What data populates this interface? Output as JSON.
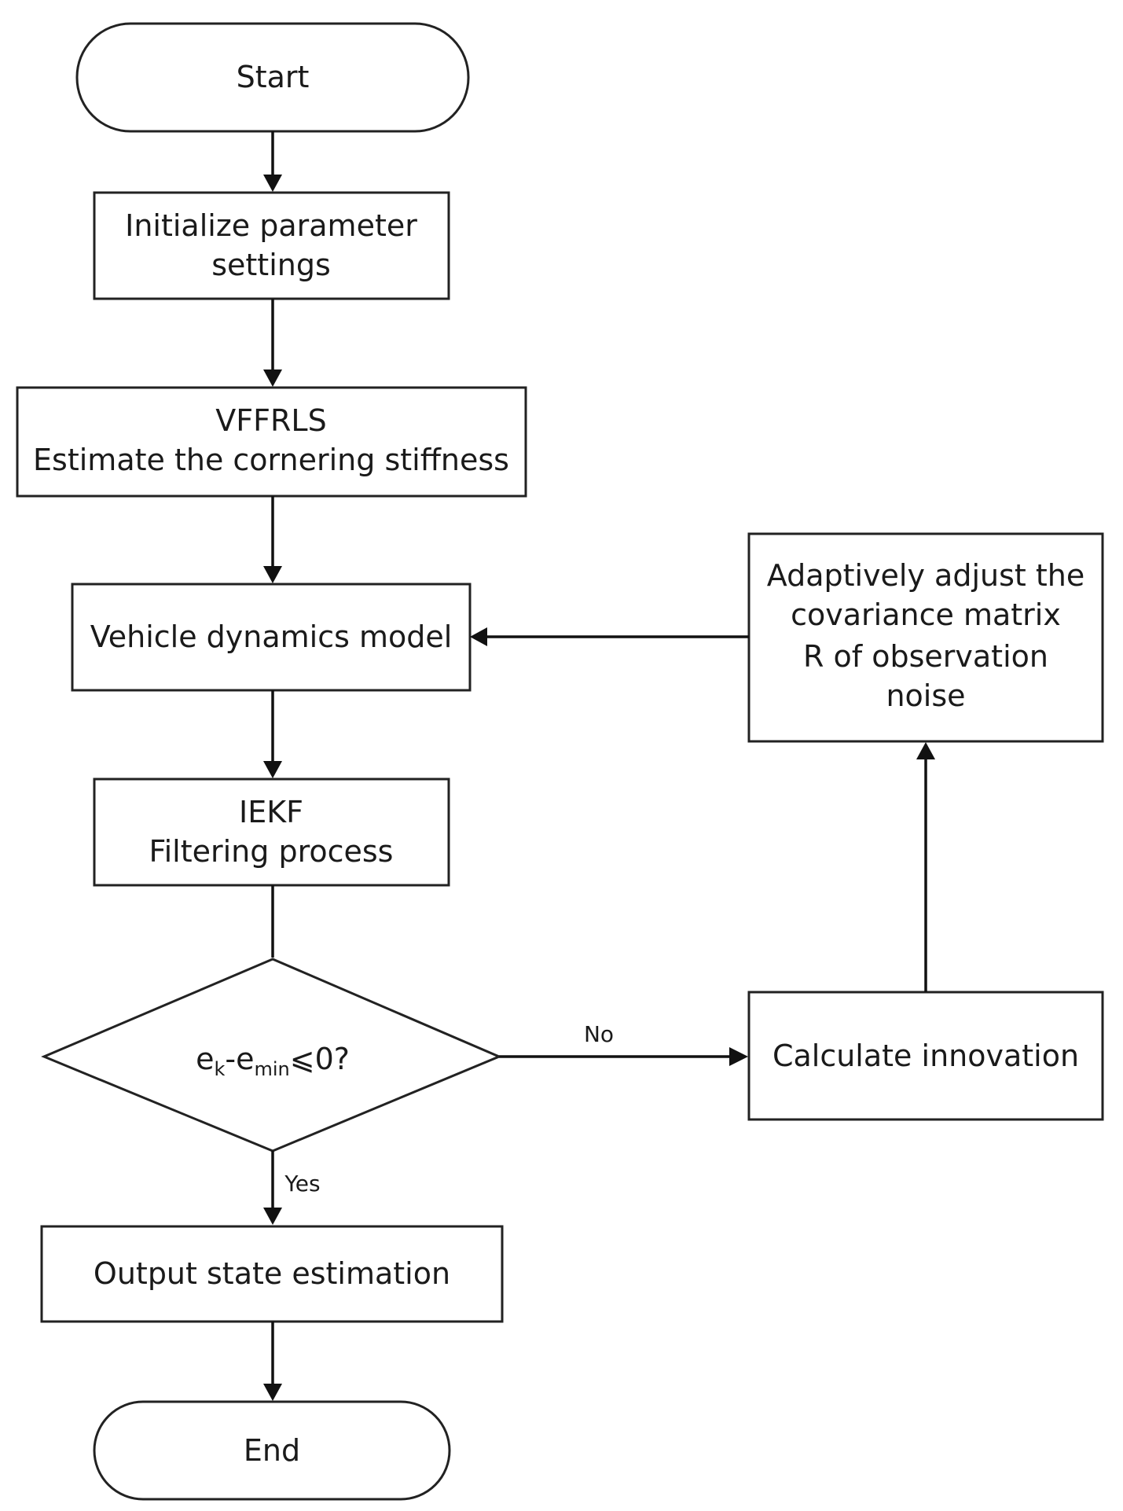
{
  "nodes": {
    "start": "Start",
    "init_line1": "Initialize parameter",
    "init_line2": "settings",
    "vffrls_line1": "VFFRLS",
    "vffrls_line2": "Estimate the cornering stiffness",
    "vehicle": "Vehicle dynamics model",
    "ekf_line1": "IEKF",
    "ekf_line2": "Filtering process",
    "decision_e1": "e",
    "decision_k": "k",
    "decision_dash": "-e",
    "decision_min": "min",
    "decision_rest": "⩽0?",
    "output": "Output state estimation",
    "end": "End",
    "adapt_line1": "Adaptively adjust the",
    "adapt_line2": "covariance matrix",
    "adapt_line3": "R of observation",
    "adapt_line4": "noise",
    "innovation": "Calculate innovation"
  },
  "edges": {
    "no_label": "No",
    "yes_label": "Yes"
  },
  "colors": {
    "stroke": "#222222",
    "text": "#1a1a1a",
    "background": "#ffffff"
  }
}
